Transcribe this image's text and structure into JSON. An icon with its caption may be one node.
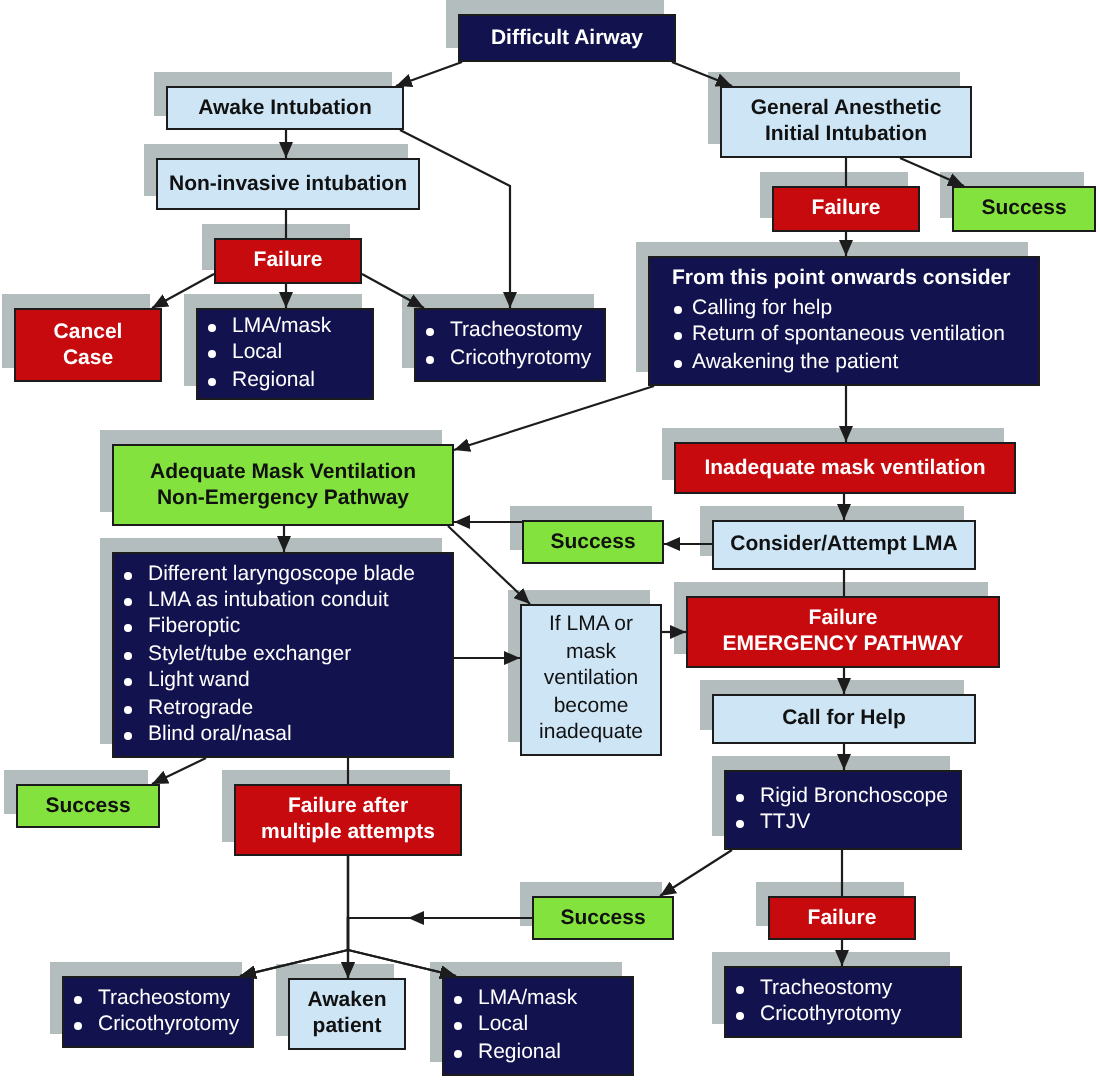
{
  "diagram": {
    "nodes": [
      {
        "text": [
          "Difficult Airway"
        ]
      },
      {
        "text": [
          "Awake Intubation"
        ]
      },
      {
        "text": [
          "General Anesthetic Initial Intubation"
        ]
      },
      {
        "text": [
          "Non-invasive intubation"
        ]
      },
      {
        "text": [
          "Failure"
        ]
      },
      {
        "text": [
          "Failure"
        ]
      },
      {
        "text": [
          "Success"
        ]
      },
      {
        "text": [
          "Cancel Case"
        ]
      },
      {
        "text": [
          "LMA/mask",
          "Local",
          "Regional"
        ]
      },
      {
        "text": [
          "Tracheostomy",
          "Cricothyrotomy"
        ]
      },
      {
        "text": [
          "From this point onwards consider",
          "Calling for help",
          "Return of spontaneous ventilation",
          "Awakening the patient"
        ]
      },
      {
        "text": [
          "Adequate Mask Ventilation",
          "Non-Emergency Pathway"
        ]
      },
      {
        "text": [
          "Inadequate mask ventilation"
        ]
      },
      {
        "text": [
          "Success"
        ]
      },
      {
        "text": [
          "Consider/Attempt LMA"
        ]
      },
      {
        "text": [
          "Different laryngoscope blade",
          "LMA as intubation conduit",
          "Fiberoptic",
          "Stylet/tube exchanger",
          "Light wand",
          "Retrograde",
          "Blind oral/nasal"
        ]
      },
      {
        "text": [
          "If LMA or mask ventilation become inadequate"
        ]
      },
      {
        "text": [
          "Failure",
          "EMERGENCY PATHWAY"
        ]
      },
      {
        "text": [
          "Call for Help"
        ]
      },
      {
        "text": [
          "Success"
        ]
      },
      {
        "text": [
          "Failure after multiple attempts"
        ]
      },
      {
        "text": [
          "Rigid Bronchoscope",
          "TTJV"
        ]
      },
      {
        "text": [
          "Success"
        ]
      },
      {
        "text": [
          "Failure"
        ]
      },
      {
        "text": [
          "Tracheostomy",
          "Cricothyrotomy"
        ]
      },
      {
        "text": [
          "Awaken patient"
        ]
      },
      {
        "text": [
          "LMA/mask",
          "Local",
          "Regional"
        ]
      },
      {
        "text": [
          "Tracheostomy",
          "Cricothyrotomy"
        ]
      }
    ],
    "edges": [
      {
        "from": 0,
        "to": 1,
        "arrow": "to"
      },
      {
        "from": 0,
        "to": 2,
        "arrow": "to"
      },
      {
        "from": 1,
        "to": 3,
        "arrow": "to"
      },
      {
        "from": 1,
        "to": 9,
        "arrow": "to"
      },
      {
        "from": 3,
        "to": 4,
        "arrow": "none"
      },
      {
        "from": 4,
        "to": 7,
        "arrow": "to"
      },
      {
        "from": 4,
        "to": 8,
        "arrow": "to"
      },
      {
        "from": 4,
        "to": 9,
        "arrow": "to"
      },
      {
        "from": 2,
        "to": 5,
        "arrow": "none"
      },
      {
        "from": 2,
        "to": 6,
        "arrow": "to"
      },
      {
        "from": 5,
        "to": 10,
        "arrow": "to"
      },
      {
        "from": 10,
        "to": 11,
        "arrow": "to"
      },
      {
        "from": 10,
        "to": 12,
        "arrow": "to"
      },
      {
        "from": 12,
        "to": 14,
        "arrow": "to"
      },
      {
        "from": 14,
        "to": 13,
        "arrow": "to"
      },
      {
        "from": 13,
        "to": 11,
        "arrow": "to"
      },
      {
        "from": 11,
        "to": 15,
        "arrow": "to"
      },
      {
        "from": 11,
        "to": 16,
        "arrow": "to"
      },
      {
        "from": 15,
        "to": 16,
        "arrow": "to"
      },
      {
        "from": 16,
        "to": 17,
        "arrow": "to"
      },
      {
        "from": 14,
        "to": 17,
        "arrow": "none"
      },
      {
        "from": 17,
        "to": 18,
        "arrow": "to"
      },
      {
        "from": 18,
        "to": 21,
        "arrow": "to"
      },
      {
        "from": 21,
        "to": 22,
        "arrow": "to"
      },
      {
        "from": 21,
        "to": 23,
        "arrow": "none"
      },
      {
        "from": 23,
        "to": 27,
        "arrow": "to"
      },
      {
        "from": 15,
        "to": 19,
        "arrow": "to"
      },
      {
        "from": 15,
        "to": 20,
        "arrow": "none"
      },
      {
        "from": 20,
        "to": 24,
        "arrow": "to"
      },
      {
        "from": 20,
        "to": 25,
        "arrow": "to"
      },
      {
        "from": 20,
        "to": 26,
        "arrow": "to"
      },
      {
        "from": 22,
        "to": 24,
        "arrow": "to"
      },
      {
        "from": 22,
        "to": 25,
        "arrow": "to"
      },
      {
        "from": 22,
        "to": 26,
        "arrow": "to"
      }
    ]
  }
}
